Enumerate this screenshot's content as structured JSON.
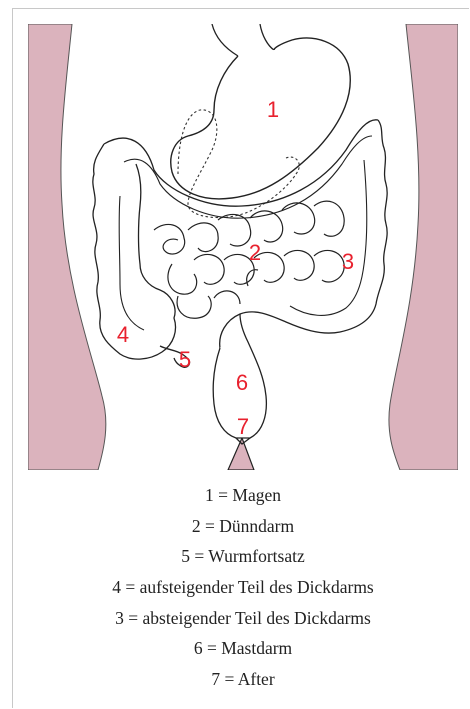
{
  "figure": {
    "labels": [
      "1",
      "2",
      "3",
      "4",
      "5",
      "6",
      "7"
    ],
    "colors": {
      "body": "#dbb3bd",
      "outline": "#222222",
      "label": "#e8212e"
    }
  },
  "legend": [
    "1 = Magen",
    "2 = Dünndarm",
    "5 = Wurmfortsatz",
    "4 = aufsteigender Teil des Dickdarms",
    "3 = absteigender Teil des Dickdarms",
    "6 = Mastdarm",
    "7 = After"
  ]
}
